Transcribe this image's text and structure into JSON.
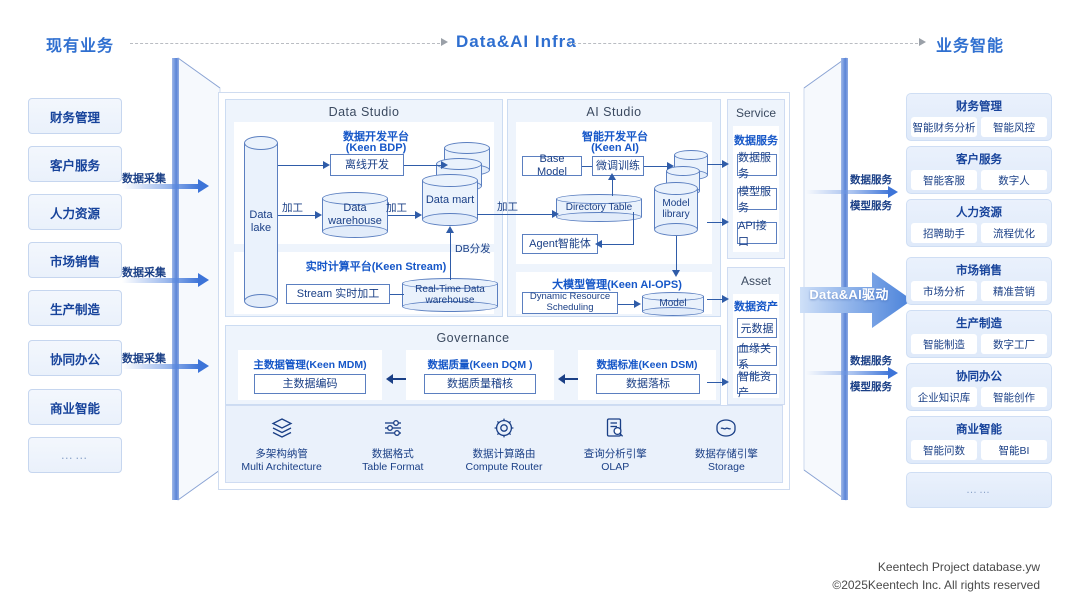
{
  "header": {
    "left_label": "现有业务",
    "middle_label": "Data&AI Infra",
    "right_label": "业务智能"
  },
  "existing_business": {
    "items": [
      {
        "label": "财务管理"
      },
      {
        "label": "客户服务"
      },
      {
        "label": "人力资源"
      },
      {
        "label": "市场销售"
      },
      {
        "label": "生产制造"
      },
      {
        "label": "协同办公"
      },
      {
        "label": "商业智能"
      },
      {
        "label": "……"
      }
    ],
    "flow_labels": [
      "数据采集",
      "数据采集",
      "数据采集"
    ]
  },
  "infra": {
    "data_studio": {
      "title": "Data Studio",
      "bdp": {
        "title_cn": "数据开发平台",
        "title_en": "(Keen BDP)",
        "offline_dev": "离线开发",
        "data_lake": "Data lake",
        "data_warehouse": "Data warehouse",
        "data_mart": "Data mart",
        "edge_process_1": "加工",
        "edge_process_2": "加工",
        "edge_db": "DB分发"
      },
      "stream": {
        "title": "实时计算平台(Keen Stream)",
        "stream_node": "Stream 实时加工",
        "realtime_dw": "Real-Time Data warehouse"
      }
    },
    "ai_studio": {
      "title": "AI Studio",
      "keen_ai": {
        "title_cn": "智能开发平台",
        "title_en": "(Keen AI)",
        "base_model": "Base Model",
        "fine_tune": "微调训练",
        "directory_table": "Directory Table",
        "agent": "Agent智能体",
        "model_library": "Model library",
        "edge_process": "加工"
      },
      "ai_ops": {
        "title": "大模型管理(Keen AI-OPS)",
        "dynamic_scheduling": "Dynamic Resource Scheduling",
        "model": "Model"
      }
    },
    "service": {
      "title": "Service",
      "heading": "数据服务",
      "chips": [
        "数据服务",
        "模型服务",
        "API接口"
      ]
    },
    "asset": {
      "title": "Asset",
      "heading": "数据资产",
      "chips": [
        "元数据",
        "血缘关系",
        "智能资产"
      ]
    },
    "governance": {
      "title": "Governance",
      "cards": [
        {
          "title": "主数据管理(Keen MDM)",
          "node": "主数据编码"
        },
        {
          "title": "数据质量(Keen DQM )",
          "node": "数据质量稽核"
        },
        {
          "title": "数据标准(Keen DSM)",
          "node": "数据落标"
        }
      ]
    },
    "capabilities": [
      {
        "icon": "layers-icon",
        "cn": "多架构纳管",
        "en": "Multi Architecture"
      },
      {
        "icon": "sliders-icon",
        "cn": "数据格式",
        "en": "Table Format"
      },
      {
        "icon": "gear-icon",
        "cn": "数据计算路由",
        "en": "Compute Router"
      },
      {
        "icon": "doc-search-icon",
        "cn": "查询分析引擎",
        "en": "OLAP"
      },
      {
        "icon": "storage-icon",
        "cn": "数据存储引擎",
        "en": "Storage"
      }
    ]
  },
  "drive": {
    "label": "Data&AI驱动",
    "flows": [
      {
        "line1": "数据服务",
        "line2": "模型服务"
      },
      {
        "line1": "数据服务",
        "line2": "模型服务"
      }
    ]
  },
  "business_intelligence": {
    "items": [
      {
        "title": "财务管理",
        "children": [
          "智能财务分析",
          "智能风控"
        ]
      },
      {
        "title": "客户服务",
        "children": [
          "智能客服",
          "数字人"
        ]
      },
      {
        "title": "人力资源",
        "children": [
          "招聘助手",
          "流程优化"
        ]
      },
      {
        "title": "市场销售",
        "children": [
          "市场分析",
          "精准营销"
        ]
      },
      {
        "title": "生产制造",
        "children": [
          "智能制造",
          "数字工厂"
        ]
      },
      {
        "title": "协同办公",
        "children": [
          "企业知识库",
          "智能创作"
        ]
      },
      {
        "title": "商业智能",
        "children": [
          "智能问数",
          "智能BI"
        ]
      }
    ],
    "more_label": "……"
  },
  "footer": {
    "line1": "Keentech Project database.yw",
    "line2": "©2025Keentech Inc. All rights reserved"
  },
  "colors": {
    "accent_blue": "#1657c8",
    "header_blue": "#2f6fd0",
    "panel_spine": "#5b84d6",
    "node_border": "#5b7fc0",
    "zone_bg": "#eef4fc"
  }
}
